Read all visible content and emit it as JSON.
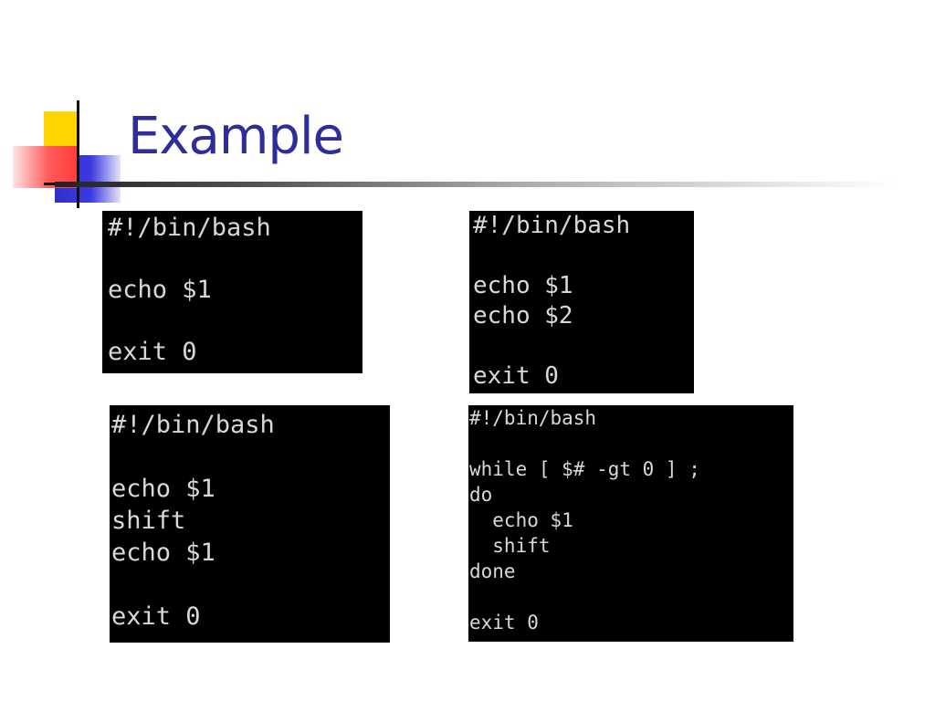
{
  "slide": {
    "title": "Example"
  },
  "terminals": [
    {
      "lines": [
        "#!/bin/bash",
        "",
        "echo $1",
        "",
        "exit 0"
      ]
    },
    {
      "lines": [
        "#!/bin/bash",
        "",
        "echo $1",
        "echo $2",
        "",
        "exit 0"
      ]
    },
    {
      "lines": [
        "#!/bin/bash",
        "",
        "echo $1",
        "shift",
        "echo $1",
        "",
        "exit 0"
      ]
    },
    {
      "lines": [
        "#!/bin/bash",
        "",
        "while [ $# -gt 0 ] ;",
        "do",
        "  echo $1",
        "  shift",
        "done",
        "",
        "exit 0"
      ]
    }
  ],
  "colors": {
    "title": "#2e2e9a",
    "terminal_bg": "#000000",
    "terminal_text": "#d8d8d8",
    "logo_yellow": "#ffd400",
    "logo_blue": "#2f2fd0",
    "logo_red": "#ff3b3b"
  }
}
